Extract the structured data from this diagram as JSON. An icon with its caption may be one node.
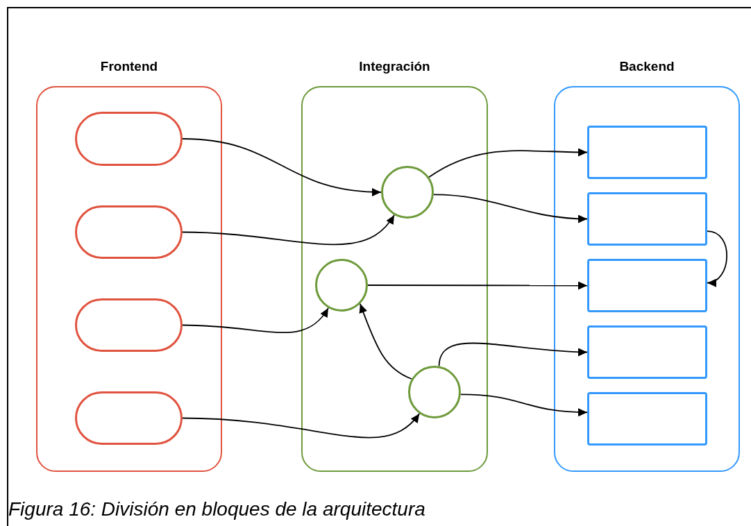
{
  "diagram": {
    "caption": "Figura 16: División en bloques de la arquitectura",
    "nodes": [
      {
        "text": [
          "Frontend"
        ]
      },
      {
        "text": [],
        "shape": "box",
        "in": 0
      },
      {
        "text": [],
        "shape": "box",
        "in": 0
      },
      {
        "text": [],
        "shape": "box",
        "in": 0
      },
      {
        "text": [],
        "shape": "box",
        "in": 0
      },
      {
        "text": [
          "Integración"
        ]
      },
      {
        "text": [],
        "shape": "circle",
        "in": 5
      },
      {
        "text": [],
        "shape": "circle",
        "in": 5
      },
      {
        "text": [],
        "shape": "circle",
        "in": 5
      },
      {
        "text": [
          "Backend"
        ]
      },
      {
        "text": [],
        "shape": "box",
        "in": 9
      },
      {
        "text": [],
        "shape": "box",
        "in": 9
      },
      {
        "text": [],
        "shape": "box",
        "in": 9
      },
      {
        "text": [],
        "shape": "box",
        "in": 9
      },
      {
        "text": [],
        "shape": "box",
        "in": 9
      }
    ],
    "edges": [
      {
        "from": 1,
        "to": 6,
        "arrow": "to"
      },
      {
        "from": 2,
        "to": 6,
        "arrow": "to"
      },
      {
        "from": 3,
        "to": 7,
        "arrow": "to"
      },
      {
        "from": 4,
        "to": 8,
        "arrow": "to"
      },
      {
        "from": 6,
        "to": 10,
        "arrow": "to"
      },
      {
        "from": 6,
        "to": 11,
        "arrow": "to"
      },
      {
        "from": 7,
        "to": 12,
        "arrow": "to"
      },
      {
        "from": 11,
        "to": 12,
        "arrow": "to"
      },
      {
        "from": 8,
        "to": 7,
        "arrow": "to"
      },
      {
        "from": 8,
        "to": 13,
        "arrow": "to"
      },
      {
        "from": 8,
        "to": 14,
        "arrow": "to"
      }
    ]
  }
}
